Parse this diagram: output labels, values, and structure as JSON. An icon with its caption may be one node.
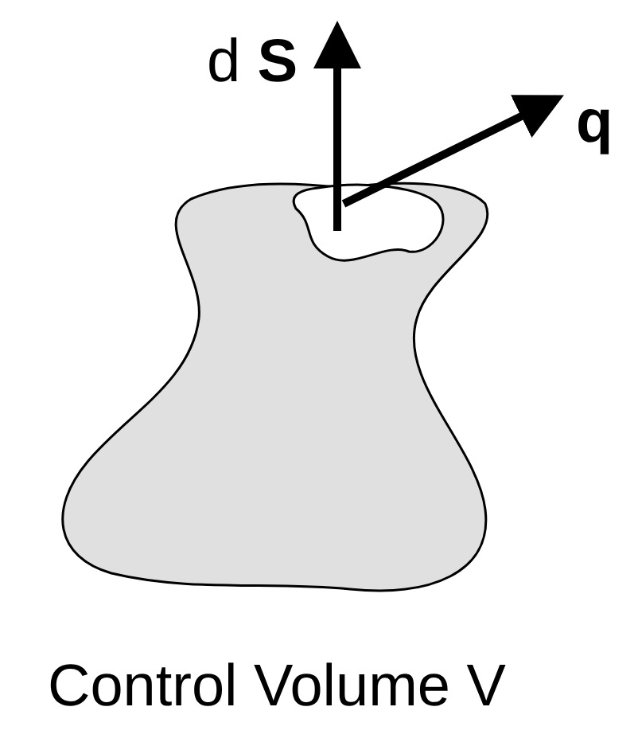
{
  "diagram": {
    "caption": "Control Volume V",
    "labels": [
      "d **S**",
      "**q**"
    ]
  }
}
